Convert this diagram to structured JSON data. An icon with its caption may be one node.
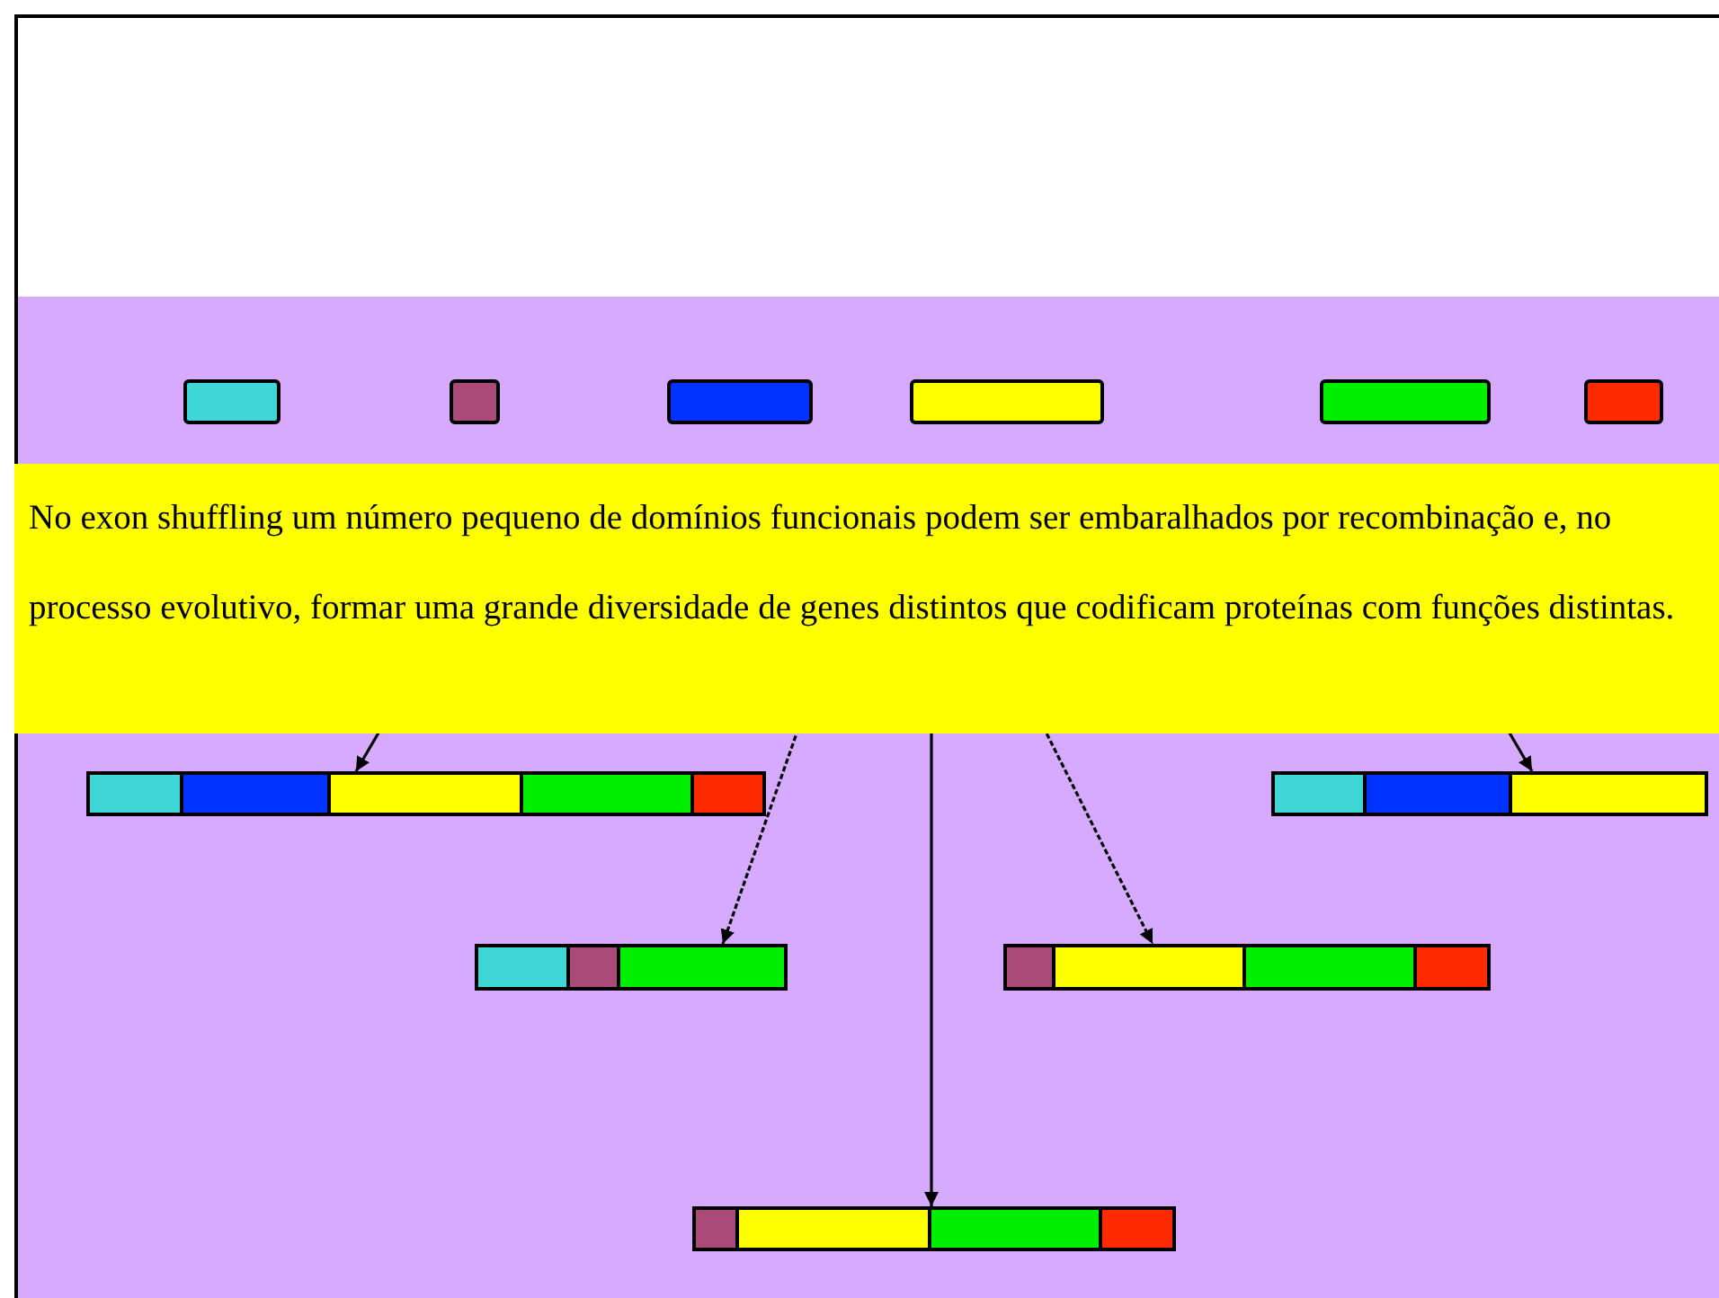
{
  "diagram": {
    "nodes": [
      {
        "text": [],
        "shape": "box"
      },
      {
        "text": [],
        "shape": "box"
      },
      {
        "text": [],
        "shape": "box"
      },
      {
        "text": [],
        "shape": "box"
      },
      {
        "text": [],
        "shape": "box"
      },
      {
        "text": [],
        "shape": "box"
      },
      {
        "text": [
          "No exon shuffling um número pequeno de domínios funcionais podem ser embaralhados por recombinação e, no processo evolutivo, formar uma grande diversidade de genes distintos que codificam proteínas com funções distintas."
        ]
      },
      {
        "text": [],
        "shape": "bar"
      },
      {
        "text": [],
        "shape": "bar"
      },
      {
        "text": [],
        "shape": "bar"
      },
      {
        "text": [],
        "shape": "bar"
      },
      {
        "text": [],
        "shape": "bar"
      }
    ],
    "edges": [
      {
        "from": 6,
        "to": 7,
        "arrow": "to"
      },
      {
        "from": 6,
        "to": 9,
        "arrow": "to",
        "style": "dashed"
      },
      {
        "from": 6,
        "to": 11,
        "arrow": "to"
      },
      {
        "from": 6,
        "to": 10,
        "arrow": "to",
        "style": "dashed"
      },
      {
        "from": 6,
        "to": 8,
        "arrow": "to"
      }
    ]
  }
}
